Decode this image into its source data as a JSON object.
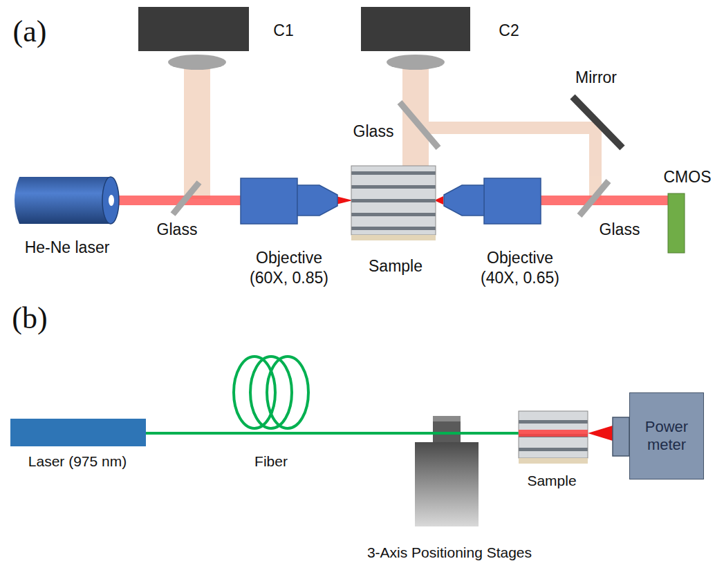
{
  "diagram": {
    "nodes": [
      {
        "text": [
          "Power meter"
        ]
      }
    ],
    "labels": [
      "(a)",
      "C1",
      "C2",
      "Glass",
      "Mirror",
      "CMOS",
      "He-Ne laser",
      "Glass",
      "Objective (60X, 0.85)",
      "Sample",
      "Objective (40X, 0.65)",
      "Glass",
      "(b)",
      "Laser (975 nm)",
      "Fiber",
      "3-Axis Positioning Stages",
      "Sample"
    ]
  }
}
